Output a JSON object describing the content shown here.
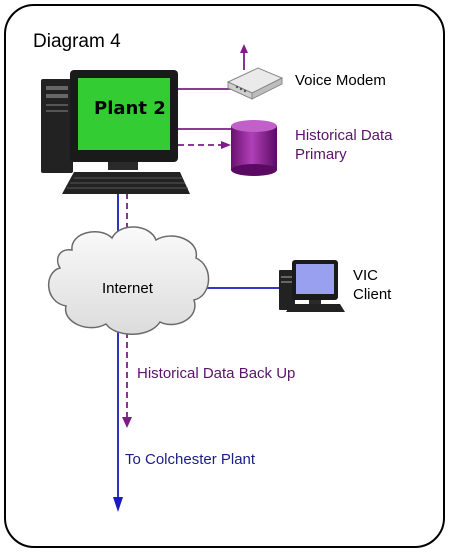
{
  "diagram": {
    "title": "Diagram 4",
    "nodes": {
      "plant": {
        "label": "Plant 2",
        "icon": "desktop-computer-icon"
      },
      "modem": {
        "label": "Voice Modem",
        "icon": "modem-icon"
      },
      "historical": {
        "label_line1": "Historical Data",
        "label_line2": "Primary",
        "icon": "database-cylinder-icon"
      },
      "internet": {
        "label": "Internet",
        "icon": "cloud-icon"
      },
      "vic": {
        "label_line1": "VIC",
        "label_line2": "Client",
        "icon": "computer-icon"
      }
    },
    "edges": {
      "backup_label": "Historical Data Back Up",
      "colchester_label": "To Colchester Plant"
    },
    "colors": {
      "purple": "#7b1f86",
      "blue": "#1a1abf",
      "monitor_screen": "#33cc33",
      "vic_screen": "#9aa0f0",
      "cloud_fill": "#f0f0f0"
    }
  }
}
